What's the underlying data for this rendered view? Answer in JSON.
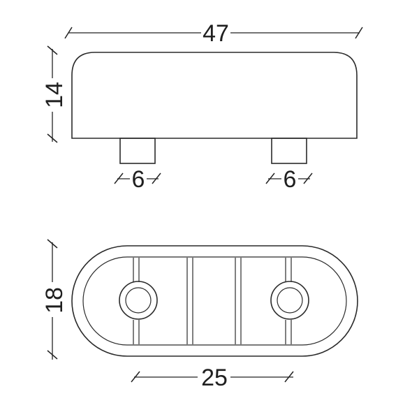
{
  "colors": {
    "line": "#2a2a2a",
    "text": "#1f1f1f",
    "background": "#ffffff"
  },
  "side_view": {
    "overall_length": "47",
    "height": "14",
    "left_peg_width": "6",
    "right_peg_width": "6"
  },
  "top_view": {
    "width": "18",
    "hole_spacing": "25"
  }
}
